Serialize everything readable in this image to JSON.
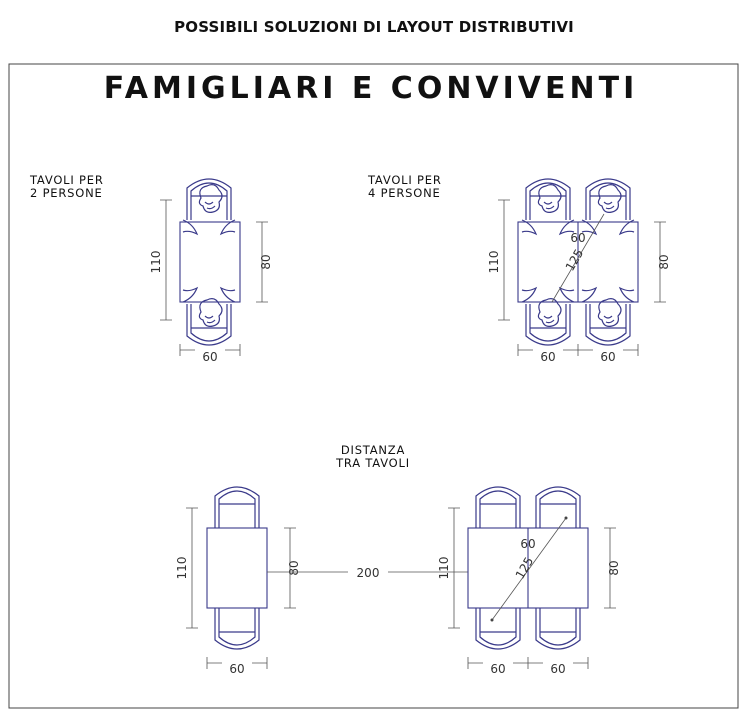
{
  "page_title": "POSSIBILI SOLUZIONI DI LAYOUT DISTRIBUTIVI",
  "section_title": "FAMIGLIARI E CONVIVENTI",
  "labels": {
    "two_people_line1": "TAVOLI PER",
    "two_people_line2": "2 PERSONE",
    "four_people_line1": "TAVOLI PER",
    "four_people_line2": "4 PERSONE",
    "distance_line1": "DISTANZA",
    "distance_line2": "TRA TAVOLI"
  },
  "dimensions": {
    "length": "110",
    "width": "80",
    "seat": "60",
    "diagonal": "125",
    "table_gap": "200"
  }
}
